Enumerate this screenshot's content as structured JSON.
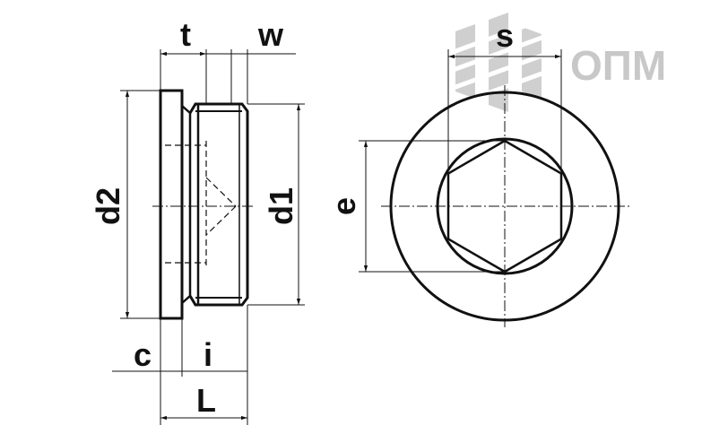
{
  "logo": {
    "text": "ОПМ",
    "color": "#c8c8c8"
  },
  "dimensions": {
    "t": "t",
    "w": "w",
    "d2": "d2",
    "d1": "d1",
    "c": "c",
    "i": "i",
    "L": "L",
    "s": "s",
    "e": "e"
  },
  "colors": {
    "line": "#111111"
  }
}
